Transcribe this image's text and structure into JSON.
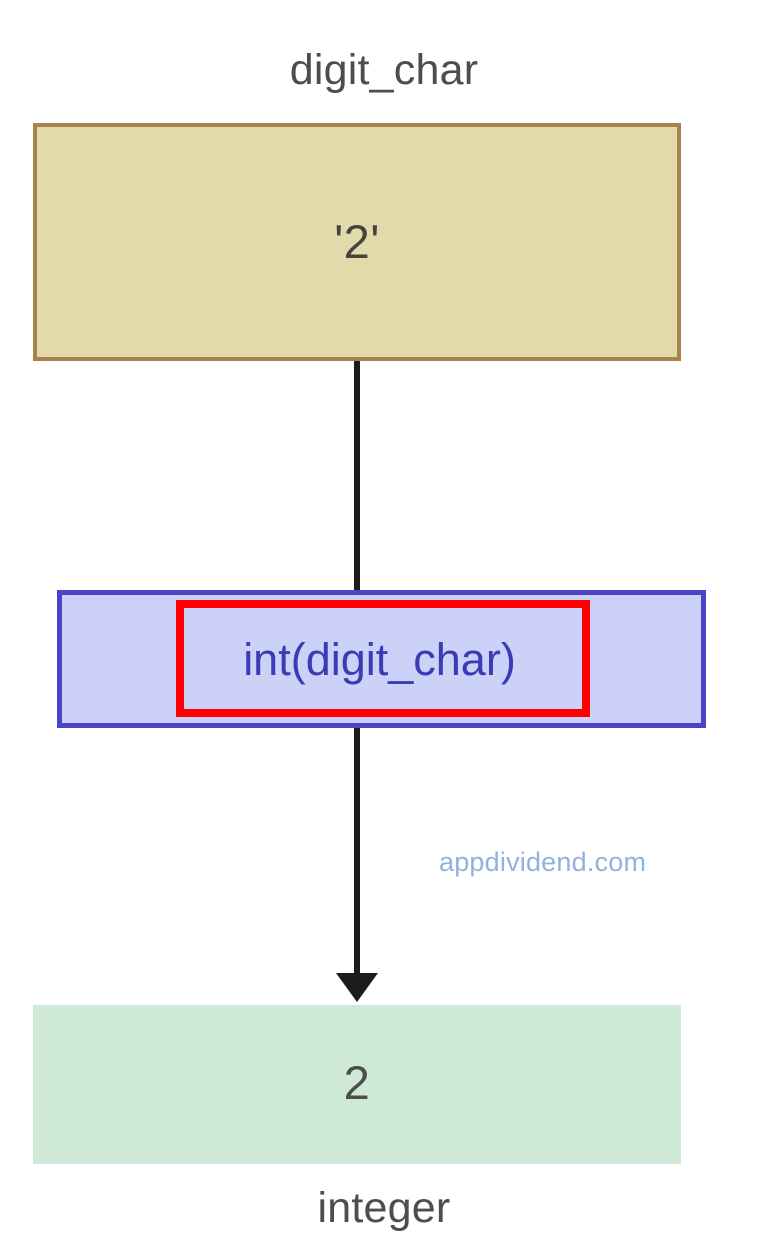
{
  "diagram": {
    "type": "flow",
    "title_top": "digit_char",
    "title_bottom": "integer",
    "nodes": [
      {
        "id": "input",
        "label": "'2'",
        "role": "input-value",
        "fill": "#e3daab",
        "border": "#a9824f"
      },
      {
        "id": "operation",
        "label": "int(digit_char)",
        "role": "operation",
        "fill": "#ccd2f7",
        "border": "#4a44c8",
        "text_color": "#3b3bb5",
        "highlight_color": "#ff0000"
      },
      {
        "id": "output",
        "label": "2",
        "role": "output-value",
        "fill": "#cfe9d7",
        "border": "none"
      }
    ],
    "edges": [
      {
        "from": "input",
        "to": "operation",
        "arrowhead": false,
        "color": "#1c1c1c"
      },
      {
        "from": "operation",
        "to": "output",
        "arrowhead": true,
        "color": "#1c1c1c"
      }
    ]
  },
  "watermark": {
    "text": "appdividend.com",
    "color": "#8fb2df"
  },
  "icons": {
    "arrow_down": "arrow-down-icon"
  }
}
